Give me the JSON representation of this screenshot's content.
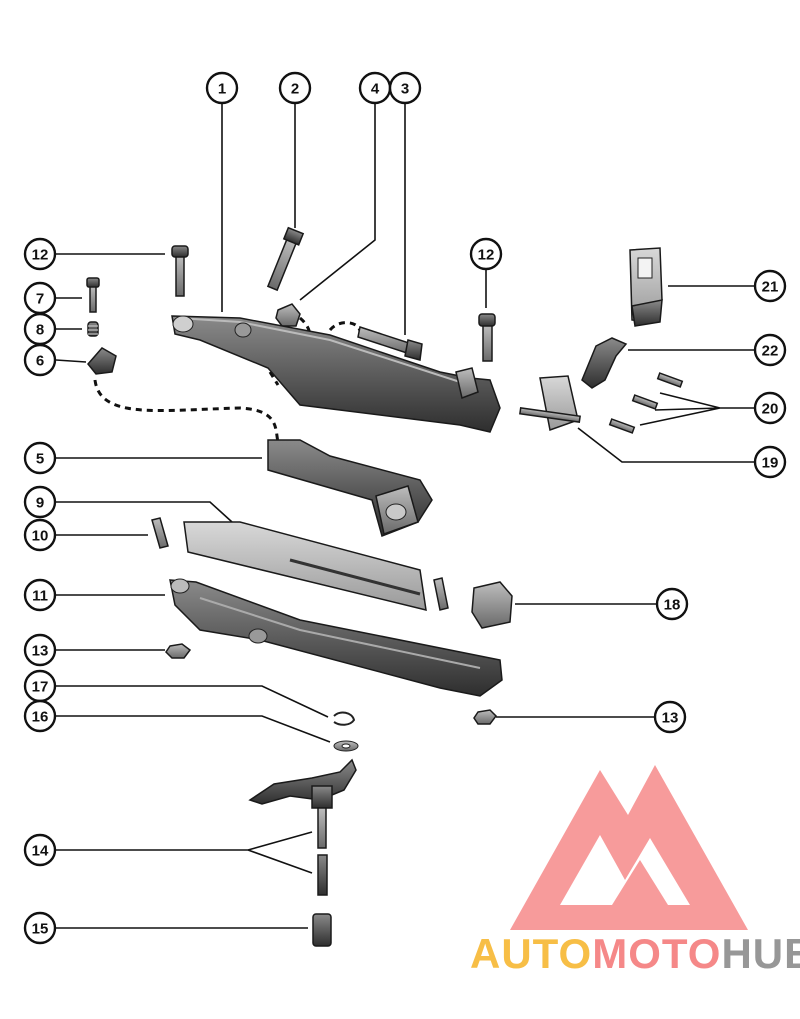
{
  "callouts": [
    {
      "number": "1"
    },
    {
      "number": "2"
    },
    {
      "number": "4"
    },
    {
      "number": "3"
    },
    {
      "number": "12"
    },
    {
      "number": "12"
    },
    {
      "number": "21"
    },
    {
      "number": "7"
    },
    {
      "number": "8"
    },
    {
      "number": "6"
    },
    {
      "number": "22"
    },
    {
      "number": "20"
    },
    {
      "number": "5"
    },
    {
      "number": "19"
    },
    {
      "number": "9"
    },
    {
      "number": "10"
    },
    {
      "number": "11"
    },
    {
      "number": "18"
    },
    {
      "number": "13"
    },
    {
      "number": "17"
    },
    {
      "number": "16"
    },
    {
      "number": "13"
    },
    {
      "number": "14"
    },
    {
      "number": "15"
    }
  ],
  "watermark": {
    "part1": "AUTO",
    "part2": "MOTO",
    "part3": "HUB",
    "color_part1": "#f7b733",
    "color_part2": "#f47c7c",
    "color_part3": "#8c8c8c",
    "logo_color": "#f47c7c"
  },
  "colors": {
    "ink": "#111111",
    "part_dark": "#3a3a3a",
    "part_mid": "#7a7a7a",
    "part_light": "#bdbdbd"
  }
}
